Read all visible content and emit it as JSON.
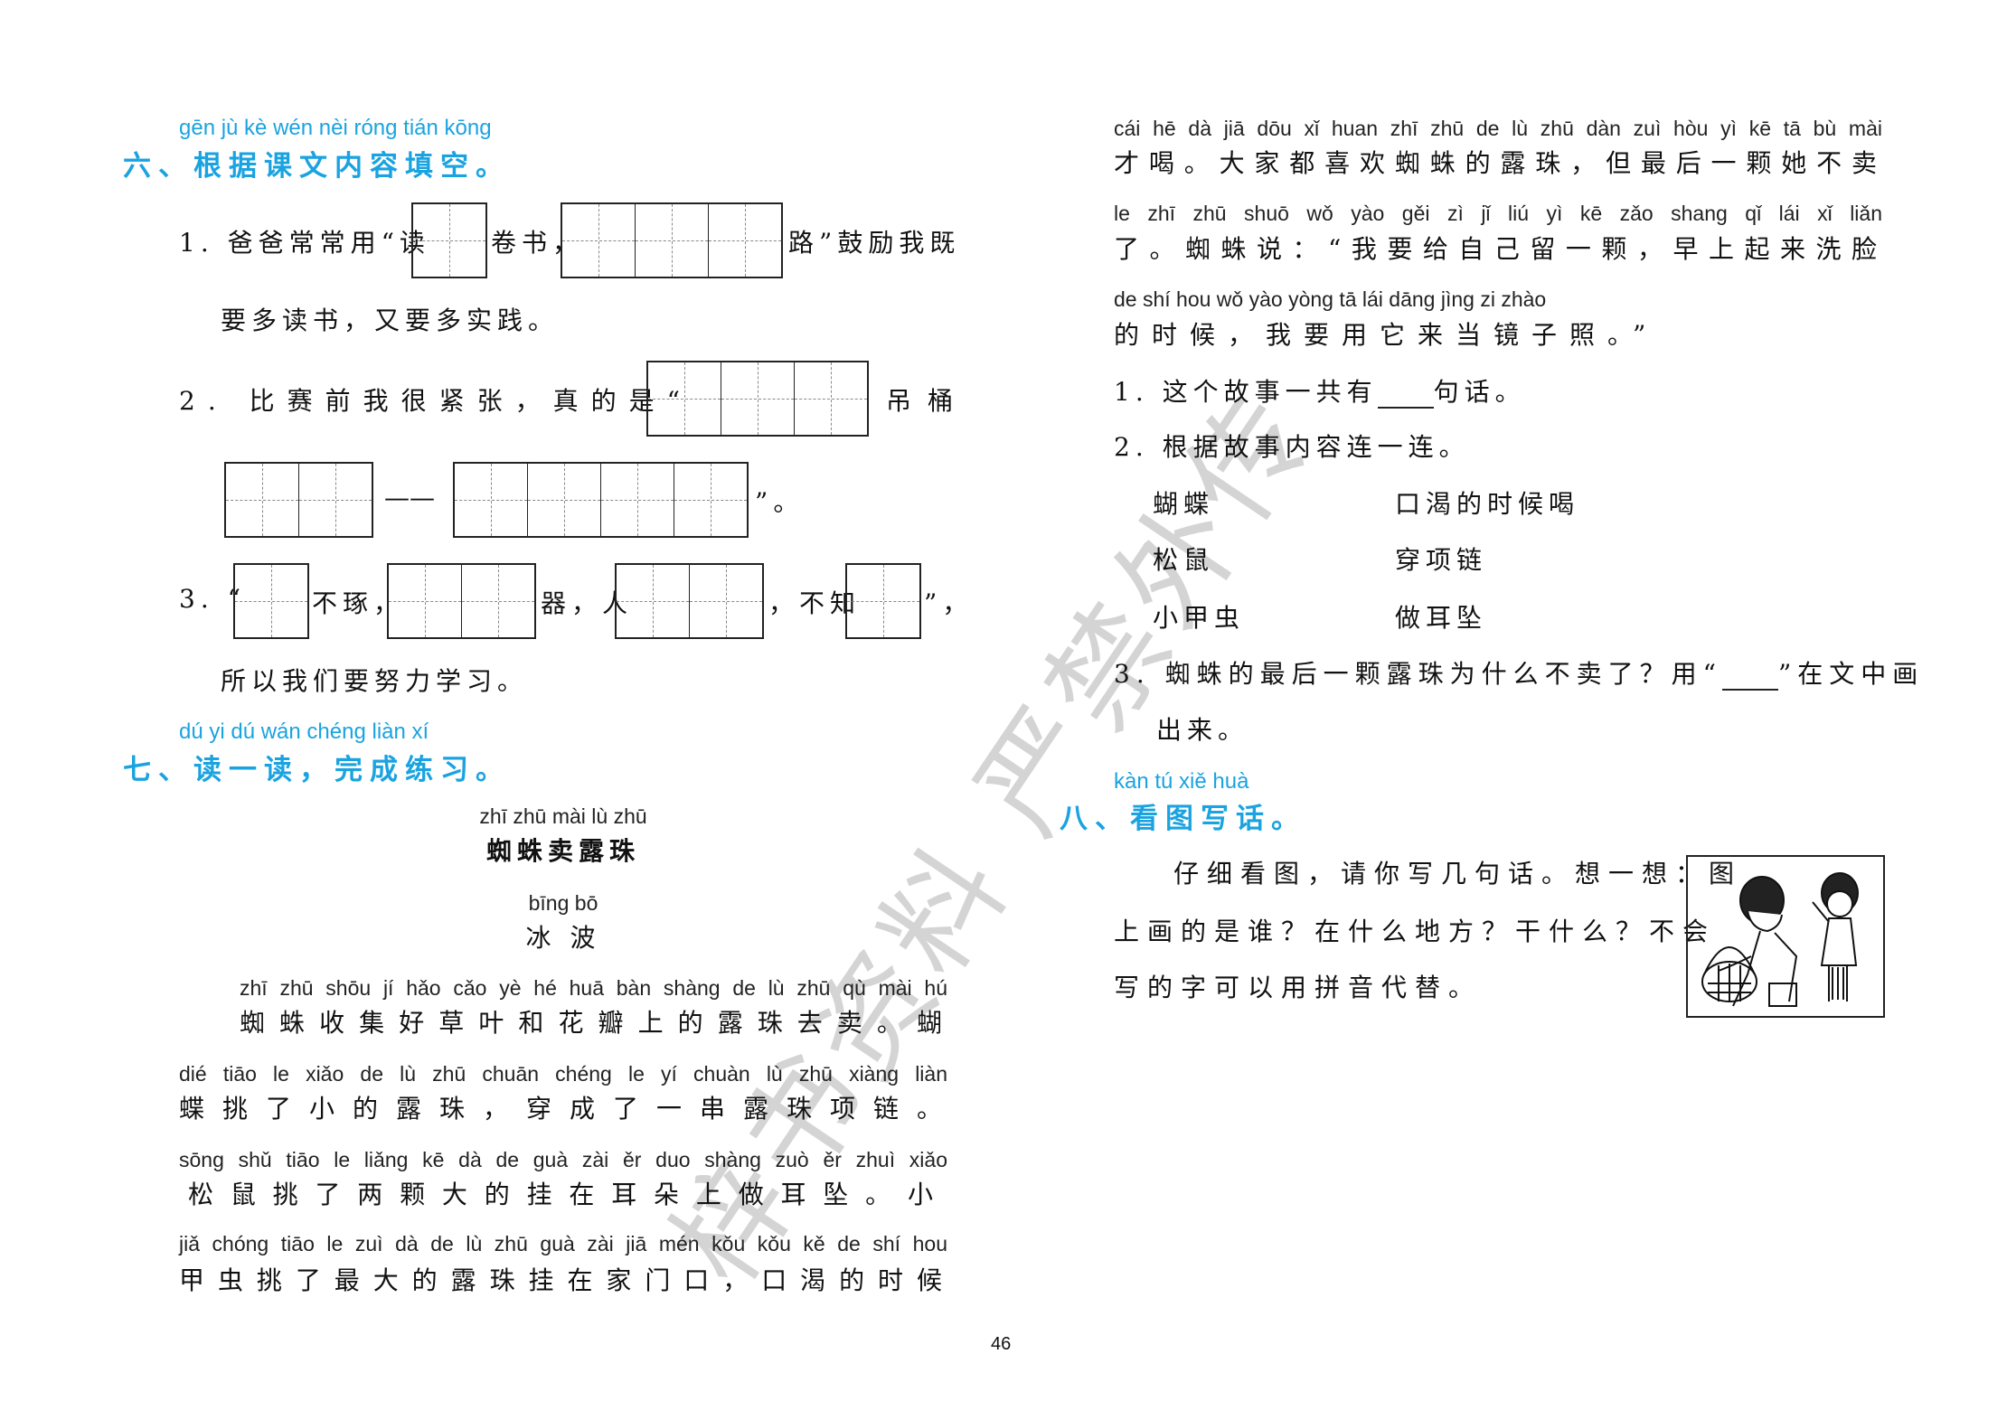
{
  "watermark": "梓书资料 严禁外传",
  "section6": {
    "pinyin": "gēn jù kè wén nèi róng tián kōng",
    "title": "六、根据课文内容填空。",
    "q1": {
      "a": "1. 爸爸常常用“读",
      "b": "卷书，",
      "c": "路”鼓励我既",
      "line2": "要多读书，又要多实践。"
    },
    "q2": {
      "a": "2. 比赛前我很紧张，真的是“",
      "b": "吊桶",
      "dash": "——",
      "c": "”。"
    },
    "q3": {
      "a": "3. “",
      "b": "不琢，",
      "c": "器，人",
      "d": "，不知",
      "e": "”，",
      "line2": "所以我们要努力学习。"
    }
  },
  "section7": {
    "pinyin": "dú yi dú    wán chéng liàn xí",
    "title": "七、读一读，完成练习。",
    "story_title_pinyin": "zhī zhū mài lù zhū",
    "story_title": "蜘蛛卖露珠",
    "author_pinyin": "bīng bō",
    "author": "冰  波",
    "lines": [
      {
        "py": "zhī zhū shōu jí hǎo cǎo yè hé huā bàn shàng de lù zhū qù mài    hú",
        "tx": "蜘蛛收集好草叶和花瓣上的露珠去卖。蝴"
      },
      {
        "py": "dié tiāo le xiǎo de lù zhū  chuān chéng le yí chuàn lù zhū xiàng liàn",
        "tx": "蝶挑了小的露珠，穿成了一串露珠项链。"
      },
      {
        "py": "sōng shǔ tiāo le liǎng kē dà de guà zài ěr duo shàng zuò ěr zhuì   xiǎo",
        "tx": "松鼠挑了两颗大的挂在耳朵上做耳坠。小"
      },
      {
        "py": "jiǎ chóng tiāo le zuì dà de lù zhū guà zài jiā mén kǒu  kǒu kě de shí hou",
        "tx": "甲虫挑了最大的露珠挂在家门口，口渴的时候"
      },
      {
        "py": "cái hē    dà jiā dōu xǐ huan zhī zhū de lù zhū  dàn zuì hòu yì kē tā bù mài",
        "tx": "才喝。大家都喜欢蜘蛛的露珠，但最后一颗她不卖"
      },
      {
        "py": "le    zhī zhū shuō    wǒ yào gěi zì jǐ liú yì kē  zǎo shang qǐ lái xǐ liǎn",
        "tx": "了。蜘蛛说：“我要给自己留一颗，早上起来洗脸"
      },
      {
        "py": "de shí hou  wǒ yào yòng tā lái dāng jìng zi zhào",
        "tx": "的时候，我要用它来当镜子照。”"
      }
    ],
    "q1": {
      "a": "1. 这个故事一共有",
      "b": "句话。"
    },
    "q2": "2. 根据故事内容连一连。",
    "match_left": [
      "蝴蝶",
      "松鼠",
      "小甲虫"
    ],
    "match_right": [
      "口渴的时候喝",
      "穿项链",
      "做耳坠"
    ],
    "q3": {
      "a": "3. 蜘蛛的最后一颗露珠为什么不卖了？用“",
      "b": "”在文中画",
      "line2": "出来。"
    }
  },
  "section8": {
    "pinyin": "kàn tú xiě huà",
    "title": "八、看图写话。",
    "lines": [
      "仔细看图，请你写几句话。想一想：图",
      "上画的是谁？在什么地方？干什么？不会",
      "写的字可以用拼音代替。"
    ]
  },
  "page_number": "46"
}
